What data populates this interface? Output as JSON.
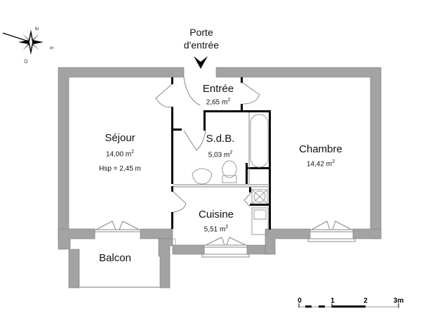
{
  "plan": {
    "entrance_label_line1": "Porte",
    "entrance_label_line2": "d'entrée",
    "rooms": [
      {
        "name": "Entrée",
        "area": "2,65 m",
        "unit_sup": "2"
      },
      {
        "name": "S.d.B.",
        "area": "5,03 m",
        "unit_sup": "2"
      },
      {
        "name": "Séjour",
        "area": "14,00 m",
        "unit_sup": "2",
        "extra": "Hsp = 2,45 m"
      },
      {
        "name": "Chambre",
        "area": "14,42 m",
        "unit_sup": "2"
      },
      {
        "name": "Cuisine",
        "area": "5,51 m",
        "unit_sup": "2"
      },
      {
        "name": "Balcon"
      }
    ],
    "compass": {
      "east": "E",
      "south": "S",
      "west": "O"
    },
    "scale": {
      "ticks": [
        "0",
        "1",
        "2",
        "3m"
      ]
    }
  },
  "colors": {
    "wall": "#a3a3a3",
    "partition": "#000000",
    "fixture": "#9a9a9a"
  }
}
